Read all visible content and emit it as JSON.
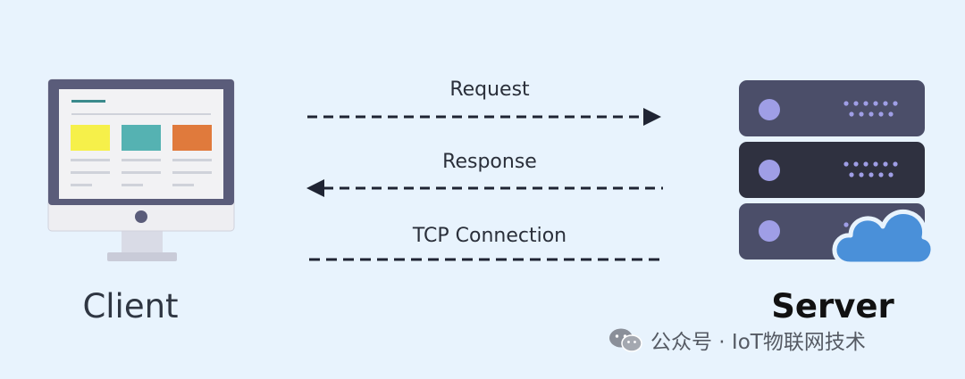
{
  "nodes": {
    "client": {
      "label": "Client"
    },
    "server": {
      "label": "Server"
    }
  },
  "connections": [
    {
      "label": "Request",
      "direction": "right"
    },
    {
      "label": "Response",
      "direction": "left"
    },
    {
      "label": "TCP Connection",
      "direction": "none"
    }
  ],
  "watermark": {
    "text": "公众号 · IoT物联网技术",
    "logo_icon": "wechat-icon"
  },
  "colors": {
    "background": "#e8f3fd",
    "monitor_frame": "#5a5c7a",
    "screen": "#f2f2f4",
    "screen_accent": "#3a8a8c",
    "tile_yellow": "#f6f04a",
    "tile_teal": "#55b2b2",
    "tile_orange": "#e07a3c",
    "server_unit": "#4b4e69",
    "server_unit_dark": "#2f3140",
    "server_dots": "#9f9ee6",
    "cloud": "#4a90d9",
    "arrow": "#1f2433"
  }
}
